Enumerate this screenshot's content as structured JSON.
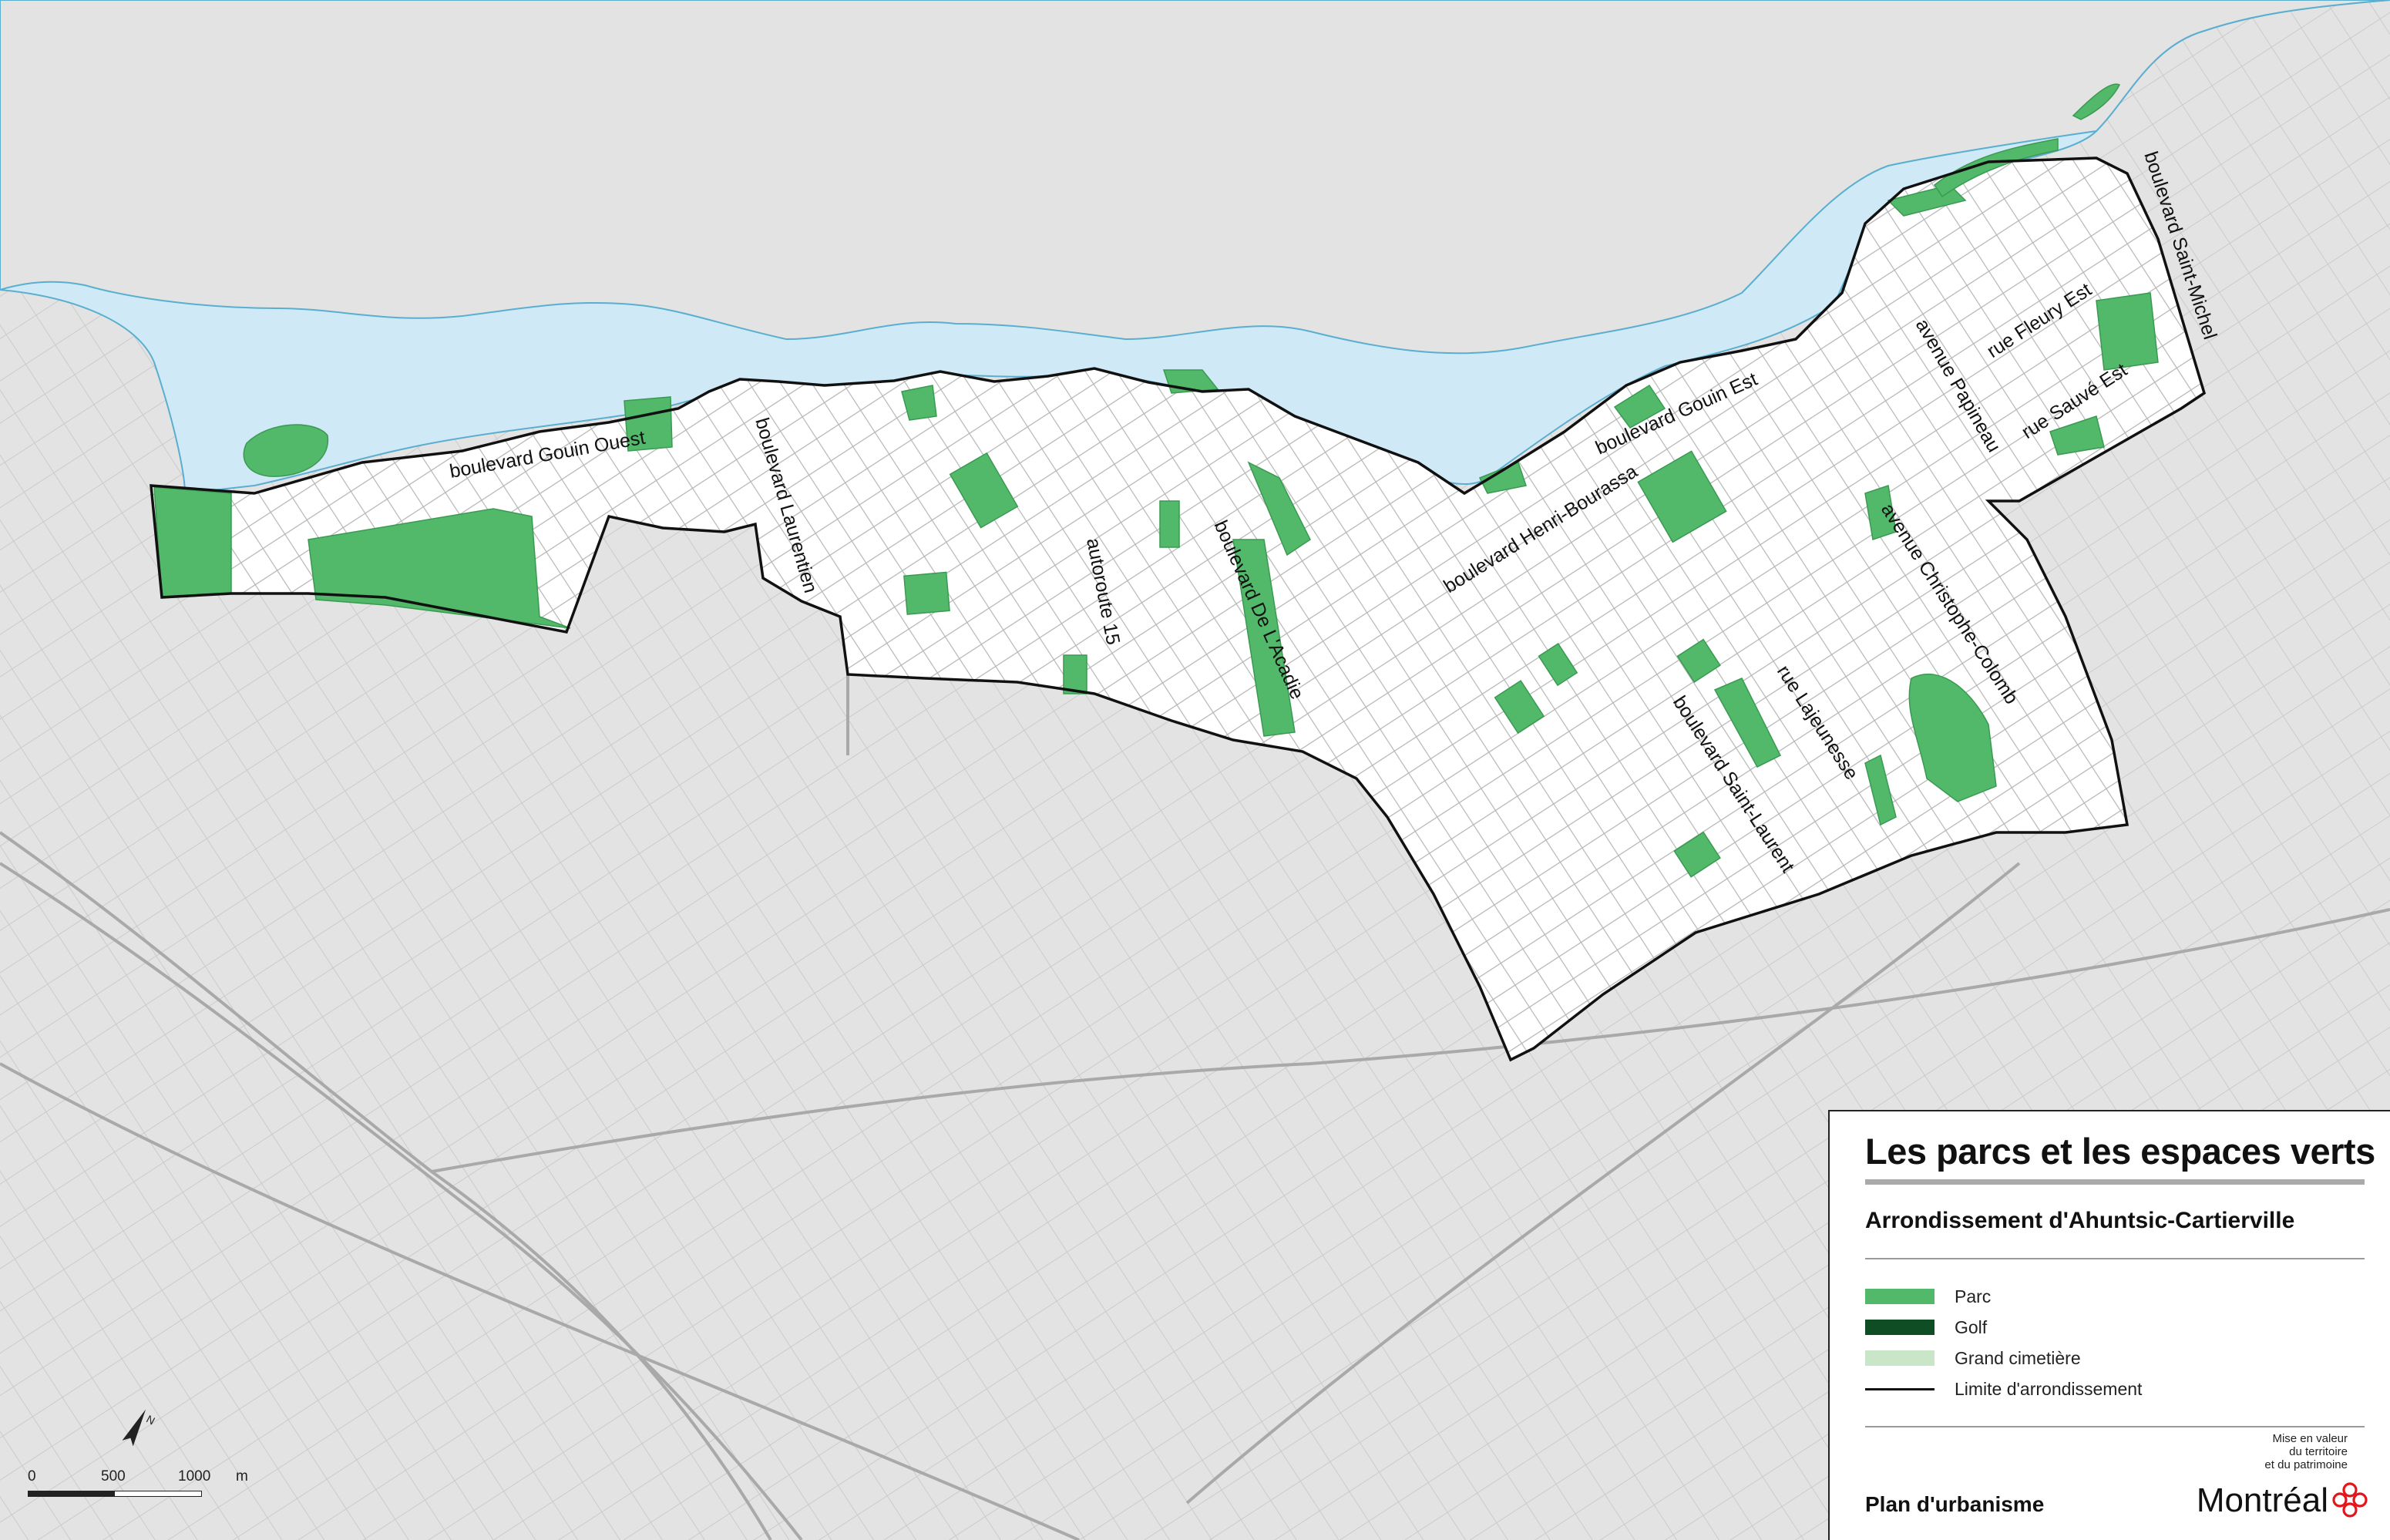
{
  "legend": {
    "title": "Les parcs et les espaces verts",
    "subtitle": "Arrondissement d'Ahuntsic-Cartierville",
    "items": [
      {
        "label": "Parc",
        "color": "#52b86a",
        "kind": "fill"
      },
      {
        "label": "Golf",
        "color": "#0f4d25",
        "kind": "fill"
      },
      {
        "label": "Grand cimetière",
        "color": "#c9e6c9",
        "kind": "fill"
      },
      {
        "label": "Limite d'arrondissement",
        "color": "#111111",
        "kind": "line"
      }
    ],
    "plan": "Plan d'urbanisme",
    "brand_note_1": "Mise en valeur",
    "brand_note_2": "du territoire",
    "brand_note_3": "et du patrimoine",
    "brand": "Montréal"
  },
  "scale": {
    "t0": "0",
    "t1": "500",
    "t2": "1000",
    "unit": "m"
  },
  "streets": {
    "gouin_ouest": "boulevard Gouin Ouest",
    "laurentien": "boulevard Laurentien",
    "autoroute15": "autoroute 15",
    "acadie": "boulevard De L'Acadie",
    "henri_bourassa": "boulevard Henri-Bourassa",
    "gouin_est": "boulevard Gouin Est",
    "st_laurent": "boulevard Saint-Laurent",
    "lajeunesse": "rue Lajeunesse",
    "christophe_colomb": "avenue Christophe-Colomb",
    "papineau": "avenue Papineau",
    "fleury": "rue Fleury Est",
    "sauve": "rue Sauvé Est",
    "st_michel": "boulevard Saint-Michel"
  },
  "colors": {
    "background": "#e3e3e3",
    "river": "#cfeaf6",
    "district": "#ffffff",
    "park": "#52b86a",
    "road": "#b9b9b9"
  }
}
